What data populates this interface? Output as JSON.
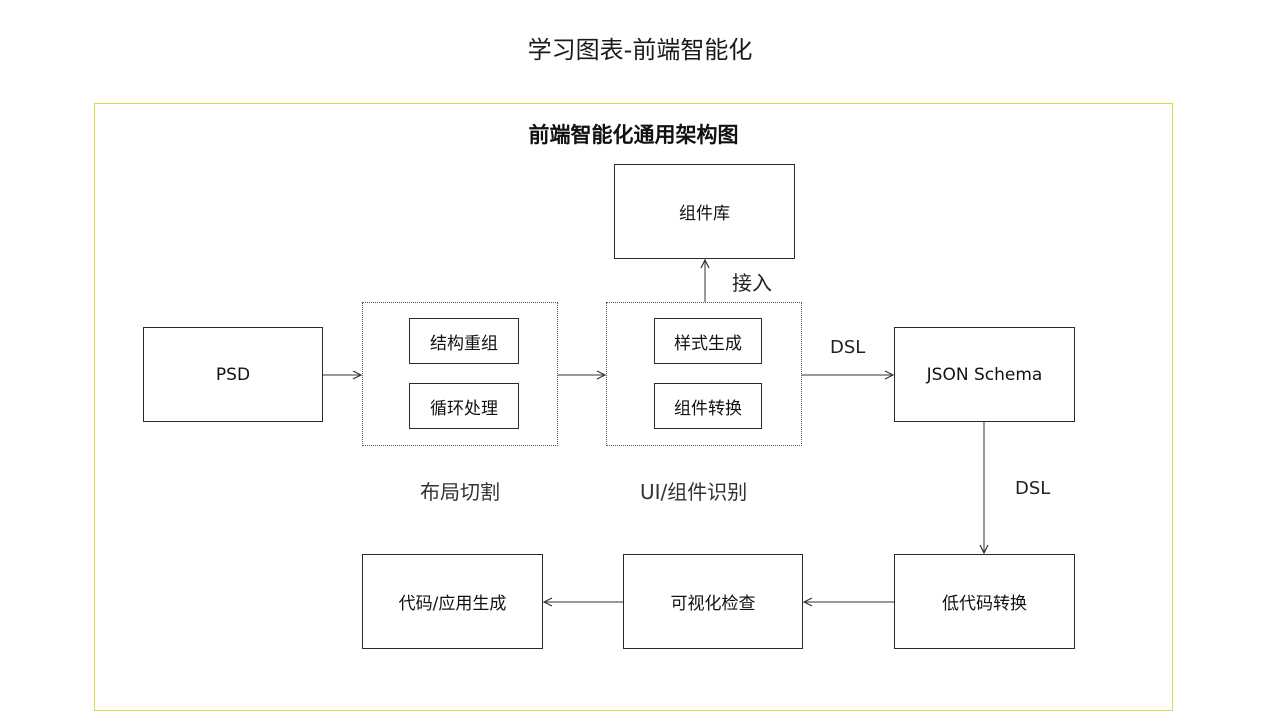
{
  "page_title": "学习图表-前端智能化",
  "diagram": {
    "title": "前端智能化通用架构图",
    "nodes": {
      "psd": "PSD",
      "restructure": "结构重组",
      "loop": "循环处理",
      "style_gen": "样式生成",
      "component_convert": "组件转换",
      "component_lib": "组件库",
      "json_schema": "JSON Schema",
      "lowcode_convert": "低代码转换",
      "visual_check": "可视化检查",
      "code_gen": "代码/应用生成"
    },
    "groups": {
      "layout_cut": "布局切割",
      "ui_recognition": "UI/组件识别"
    },
    "edge_labels": {
      "access": "接入",
      "dsl_right": "DSL",
      "dsl_down": "DSL"
    }
  },
  "colors": {
    "frame_border": "#e2d84a",
    "box_border": "#2a2a2a",
    "arrow": "#333333"
  }
}
